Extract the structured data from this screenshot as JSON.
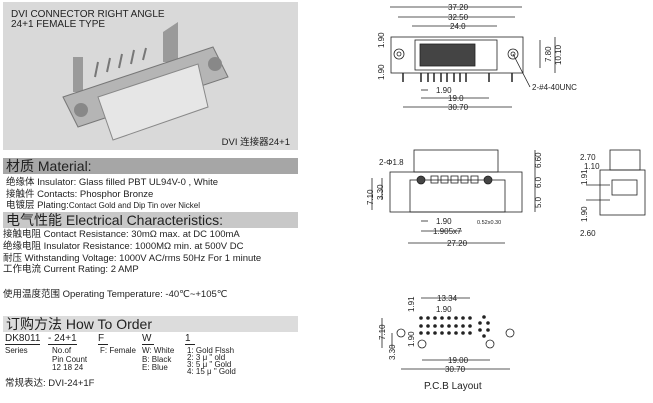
{
  "photo": {
    "title_line1": "DVI CONNECTOR RIGHT ANGLE",
    "title_line2": "24+1 FEMALE TYPE",
    "caption": "DVI 连接器24+1"
  },
  "material": {
    "header": "材质 Material:",
    "lines": [
      "绝缘体 Insulator: Glass filled PBT UL94V-0 , White",
      "接触件 Contacts: Phosphor Bronze",
      "电镀层 Plating:"
    ],
    "plating_value": "Contact Gold and Dip Tin over Nickel"
  },
  "electrical": {
    "header": "电气性能 Electrical Characteristics:",
    "lines": [
      "接触电阻 Contact Resistance: 30mΩ max. at DC 100mA",
      "绝缘电阻 Insulator Resistance: 1000MΩ min. at 500V DC",
      "耐压 Withstanding Voltage: 1000V AC/rms 50Hz For 1 minute",
      "工作电流 Current Rating: 2 AMP"
    ],
    "temperature": "使用温度范围 Operating Temperature: -40℃~+105℃"
  },
  "order": {
    "header": "订购方法 How To Order",
    "codes": [
      "DK8011",
      "- 24+1",
      "F",
      "W",
      "1"
    ],
    "series": "Series",
    "pincount": [
      "No.of",
      "Pin Count",
      "12  18  24"
    ],
    "gender": "F: Female",
    "colors": [
      "W: White",
      "B: Black",
      "E: Blue"
    ],
    "plating": [
      "1: Gold Flssh",
      "2: 3 μ  \" old",
      "3: 5 μ  \" Gold",
      "4: 15 μ  \" Gold"
    ],
    "standard": "常规表达: DVI-24+1F"
  },
  "drawing_top": {
    "d1": "37.20",
    "d2": "32.50",
    "d3": "24.0",
    "d4": "1.90",
    "d5": "19.0",
    "d6": "30.70",
    "v1": "1.90",
    "v2": "1.90",
    "v3": "7.80",
    "v4": "10.10",
    "note": "2-#4-40UNC"
  },
  "drawing_side": {
    "note": "2-Φ1.8",
    "v1": "7.10",
    "v2": "3.30",
    "r1": "6.60",
    "r2": "6.0",
    "r3": "5.0",
    "d1": "1.90",
    "d2": "0.52x0.30",
    "d3": "1.905x7",
    "d4": "27.20"
  },
  "drawing_end": {
    "a": "2.70",
    "b": "1.10",
    "c": "1.91",
    "d": "1.90",
    "e": "2.60"
  },
  "pcb": {
    "d1": "13.34",
    "d2": "1.90",
    "v1": "1.91",
    "v2": "7.10",
    "v3": "3.30",
    "v4": "1.90",
    "d3": "19.00",
    "d4": "30.70",
    "title": "P.C.B Layout"
  }
}
